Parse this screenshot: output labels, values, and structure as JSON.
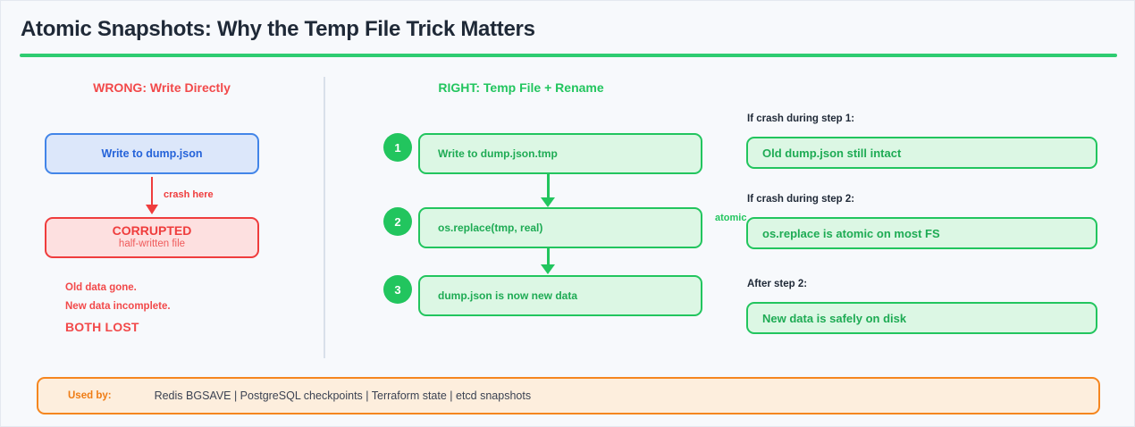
{
  "page": {
    "title": "Atomic Snapshots: Why the Temp File Trick Matters",
    "accent_rule_color": "#2ecc71",
    "background": "#f7f9fc"
  },
  "colors": {
    "wrong": "#f2494a",
    "right": "#22c55e",
    "blue": "#4285e8",
    "orange": "#f5861f",
    "text": "#1f2937"
  },
  "left_column": {
    "heading": "WRONG: Write Directly",
    "write_box": {
      "label": "Write to dump.json"
    },
    "arrow_label": "crash here",
    "result_box": {
      "title": "CORRUPTED",
      "subtitle": "half-written file"
    },
    "consequences": [
      "Old data gone.",
      "New data incomplete.",
      "BOTH LOST"
    ]
  },
  "right_column": {
    "heading": "RIGHT: Temp File + Rename",
    "edge_label": "atomic",
    "steps": [
      {
        "number": "1",
        "label": "Write to dump.json.tmp"
      },
      {
        "number": "2",
        "label": "os.replace(tmp, real)"
      },
      {
        "number": "3",
        "label": "dump.json is now new data"
      }
    ]
  },
  "annotations": [
    {
      "caption": "If crash during step 1:",
      "outcome": "Old dump.json still intact"
    },
    {
      "caption": "If crash during step 2:",
      "outcome": "os.replace is atomic on most FS"
    },
    {
      "caption": "After step 2:",
      "outcome": "New data is safely on disk"
    }
  ],
  "footer": {
    "label": "Used by:",
    "items": "Redis BGSAVE | PostgreSQL checkpoints | Terraform state | etcd snapshots"
  }
}
